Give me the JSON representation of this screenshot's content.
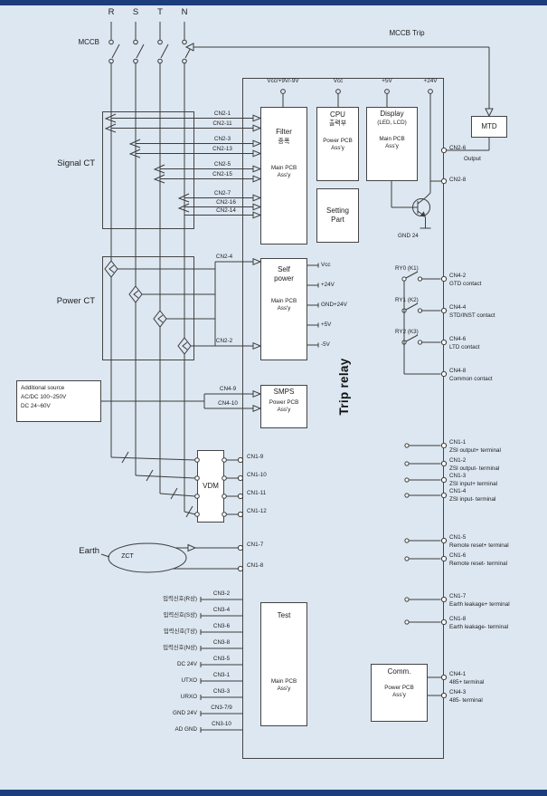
{
  "page": {
    "background": "#dde7f1",
    "bar_color": "#1d3c7c",
    "line_color": "#3c3c3c"
  },
  "phases": [
    "R",
    "S",
    "T",
    "N"
  ],
  "top": {
    "mccb": "MCCB",
    "mccb_trip": "MCCB Trip"
  },
  "supplies": [
    "Vcc/+9V/-9V",
    "Vcc",
    "+5V",
    "+24V"
  ],
  "left_labels": {
    "signal_ct": "Signal CT",
    "power_ct": "Power CT",
    "earth": "Earth"
  },
  "additional_source": {
    "line1": "Additional source",
    "line2": "AC/DC 100~250V",
    "line3": "DC 24~60V"
  },
  "blocks": {
    "filter": {
      "title": "Filter",
      "kr": "증폭",
      "assy": "Main PCB\nAss'y"
    },
    "cpu": {
      "title": "CPU",
      "kr": "출력부",
      "assy": "Power PCB\nAss'y"
    },
    "display": {
      "title": "Display",
      "sub": "(LED, LCD)",
      "assy": "Main PCB\nAss'y"
    },
    "setting": {
      "title": "Setting\nPart"
    },
    "self_power": {
      "title": "Self\npower",
      "assy": "Main PCB\nAss'y"
    },
    "smps": {
      "title": "SMPS",
      "assy": "Power PCB\nAss'y"
    },
    "test": {
      "title": "Test",
      "assy": "Main PCB\nAss'y"
    },
    "comm": {
      "title": "Comm.",
      "assy": "Power PCB\nAss'y"
    },
    "mtd": {
      "title": "MTD"
    },
    "vdm": {
      "title": "VDM"
    },
    "zct": {
      "title": "ZCT"
    },
    "trip_relay": "Trip relay"
  },
  "self_power_outputs": [
    "Vcc",
    "+24V",
    "GND+24V",
    "+5V",
    "-5V"
  ],
  "signal_ct_pins": [
    "CN2-1",
    "CN2-11",
    "CN2-3",
    "CN2-13",
    "CN2-5",
    "CN2-15",
    "CN2-7",
    "CN2-16",
    "CN2-14"
  ],
  "power_ct_pins": [
    "CN2-4",
    "CN2-2"
  ],
  "smps_pins": [
    "CN4-9",
    "CN4-10"
  ],
  "vdm_pins": [
    "CN1-9",
    "CN1-10",
    "CN1-11",
    "CN1-12"
  ],
  "zct_pins": [
    "CN1-7",
    "CN1-8"
  ],
  "relays": [
    "RY0 (K1)",
    "RY1 (K2)",
    "RY2 (K3)"
  ],
  "gnd24": "GND 24",
  "right_pins": [
    {
      "cn": "CN2-6",
      "desc": "Output"
    },
    {
      "cn": "CN2-8",
      "desc": ""
    },
    {
      "cn": "CN4-2",
      "desc": "GTD contact"
    },
    {
      "cn": "CN4-4",
      "desc": "STD/INST contact"
    },
    {
      "cn": "CN4-6",
      "desc": "LTD contact"
    },
    {
      "cn": "CN4-8",
      "desc": "Common contact"
    },
    {
      "cn": "CN1-1",
      "desc": "ZSI output+ terminal"
    },
    {
      "cn": "CN1-2",
      "desc": "ZSI output- terminal"
    },
    {
      "cn": "CN1-3",
      "desc": "ZSI input+ terminal"
    },
    {
      "cn": "CN1-4",
      "desc": "ZSI input- terminal"
    },
    {
      "cn": "CN1-5",
      "desc": "Remote reset+ terminal"
    },
    {
      "cn": "CN1-6",
      "desc": "Remote reset- terminal"
    },
    {
      "cn": "CN1-7",
      "desc": "Earth leakage+ terminal"
    },
    {
      "cn": "CN1-8",
      "desc": "Earth leakage- terminal"
    },
    {
      "cn": "CN4-1",
      "desc": "485+ terminal"
    },
    {
      "cn": "CN4-3",
      "desc": "485- terminal"
    }
  ],
  "test_inputs": [
    {
      "label": "입력신호(R상)",
      "cn": "CN3-2"
    },
    {
      "label": "입력신호(S상)",
      "cn": "CN3-4"
    },
    {
      "label": "입력신호(T상)",
      "cn": "CN3-6"
    },
    {
      "label": "입력신호(N상)",
      "cn": "CN3-8"
    },
    {
      "label": "DC 24V",
      "cn": "CN3-5"
    },
    {
      "label": "UTXO",
      "cn": "CN3-1"
    },
    {
      "label": "URXO",
      "cn": "CN3-3"
    },
    {
      "label": "GND 24V",
      "cn": "CN3-7/9"
    },
    {
      "label": "AD GND",
      "cn": "CN3-10"
    }
  ]
}
